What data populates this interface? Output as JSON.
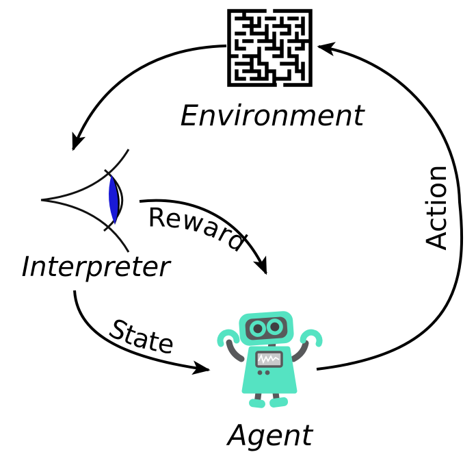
{
  "diagram": {
    "title_labels": {
      "environment": "Environment",
      "interpreter": "Interpreter",
      "agent": "Agent"
    },
    "edge_labels": {
      "reward": "Reward",
      "state": "State",
      "action": "Action"
    },
    "icons": {
      "environment": "maze-icon",
      "interpreter": "eye-icon",
      "agent": "robot-icon"
    },
    "colors": {
      "background": "#ffffff",
      "line": "#000000",
      "robot_teal": "#55e3c2",
      "robot_gray": "#58595b",
      "screen_gray": "#c9cacb",
      "waveform_white": "#ffffff",
      "iris_blue": "#1a1ad6"
    }
  }
}
